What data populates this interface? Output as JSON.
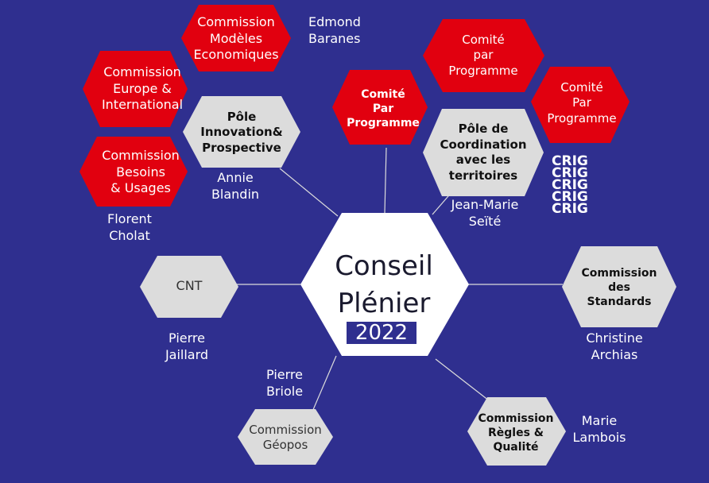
{
  "colors": {
    "background": "#2f2f8f",
    "red": "#e1000f",
    "grey": "#dcdcdc",
    "white": "#ffffff",
    "connector": "#dcdcdc"
  },
  "center": {
    "line1": "Conseil",
    "line2": "Plénier",
    "year": "2022"
  },
  "hexagons": {
    "commission_modeles": "Commission\nModèles\nEconomiques",
    "commission_europe": "Commission\nEurope &\nInternational",
    "commission_besoins": "Commission\nBesoins\n& Usages",
    "pole_innovation": "Pôle\nInnovation&\nProspective",
    "comite_par_programme_1": "Comité\nPar\nProgramme",
    "comite_par_programme_2": "Comité\npar\nProgramme",
    "comite_par_programme_3": "Comité\nPar\nProgramme",
    "pole_coordination": "Pôle de\nCoordination\navec les\nterritoires",
    "cnt": "CNT",
    "commission_standards": "Commission\ndes\nStandards",
    "commission_geopos": "Commission\nGéopos",
    "commission_regles": "Commission\nRègles &\nQualité"
  },
  "names": {
    "edmond": "Edmond\nBaranes",
    "annie": "Annie\nBlandin",
    "florent": "Florent\nCholat",
    "jean_marie": "Jean-Marie\nSeïté",
    "pierre_jaillard": "Pierre\nJaillard",
    "christine": "Christine\nArchias",
    "pierre_briole": "Pierre\nBriole",
    "marie": "Marie\nLambois"
  },
  "crig_lines": "CRIG\nCRIG\nCRIG\nCRIG\nCRIG"
}
